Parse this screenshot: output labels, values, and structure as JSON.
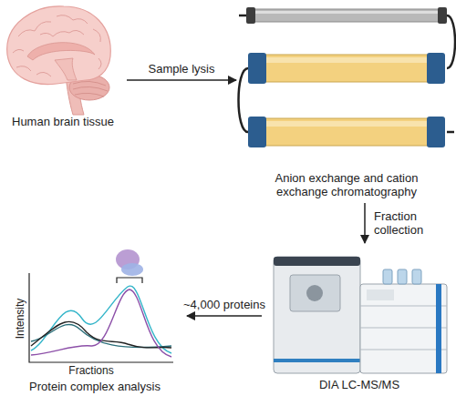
{
  "diagram": {
    "nodes": [
      {
        "text": [
          "Human brain tissue"
        ]
      },
      {
        "text": [
          "Anion exchange and cation exchange chromatography"
        ]
      },
      {
        "text": [
          "DIA LC-MS/MS"
        ]
      },
      {
        "text": [
          "Protein complex analysis"
        ]
      }
    ],
    "edges": [
      {
        "from": 0,
        "to": 1,
        "arrow": "to",
        "label": "Sample lysis"
      },
      {
        "from": 1,
        "to": 2,
        "arrow": "to",
        "label": "Fraction collection"
      },
      {
        "from": 2,
        "to": 3,
        "arrow": "to",
        "label": "~4,000 proteins"
      }
    ],
    "labels": [
      "Intensity",
      "Fractions"
    ]
  }
}
